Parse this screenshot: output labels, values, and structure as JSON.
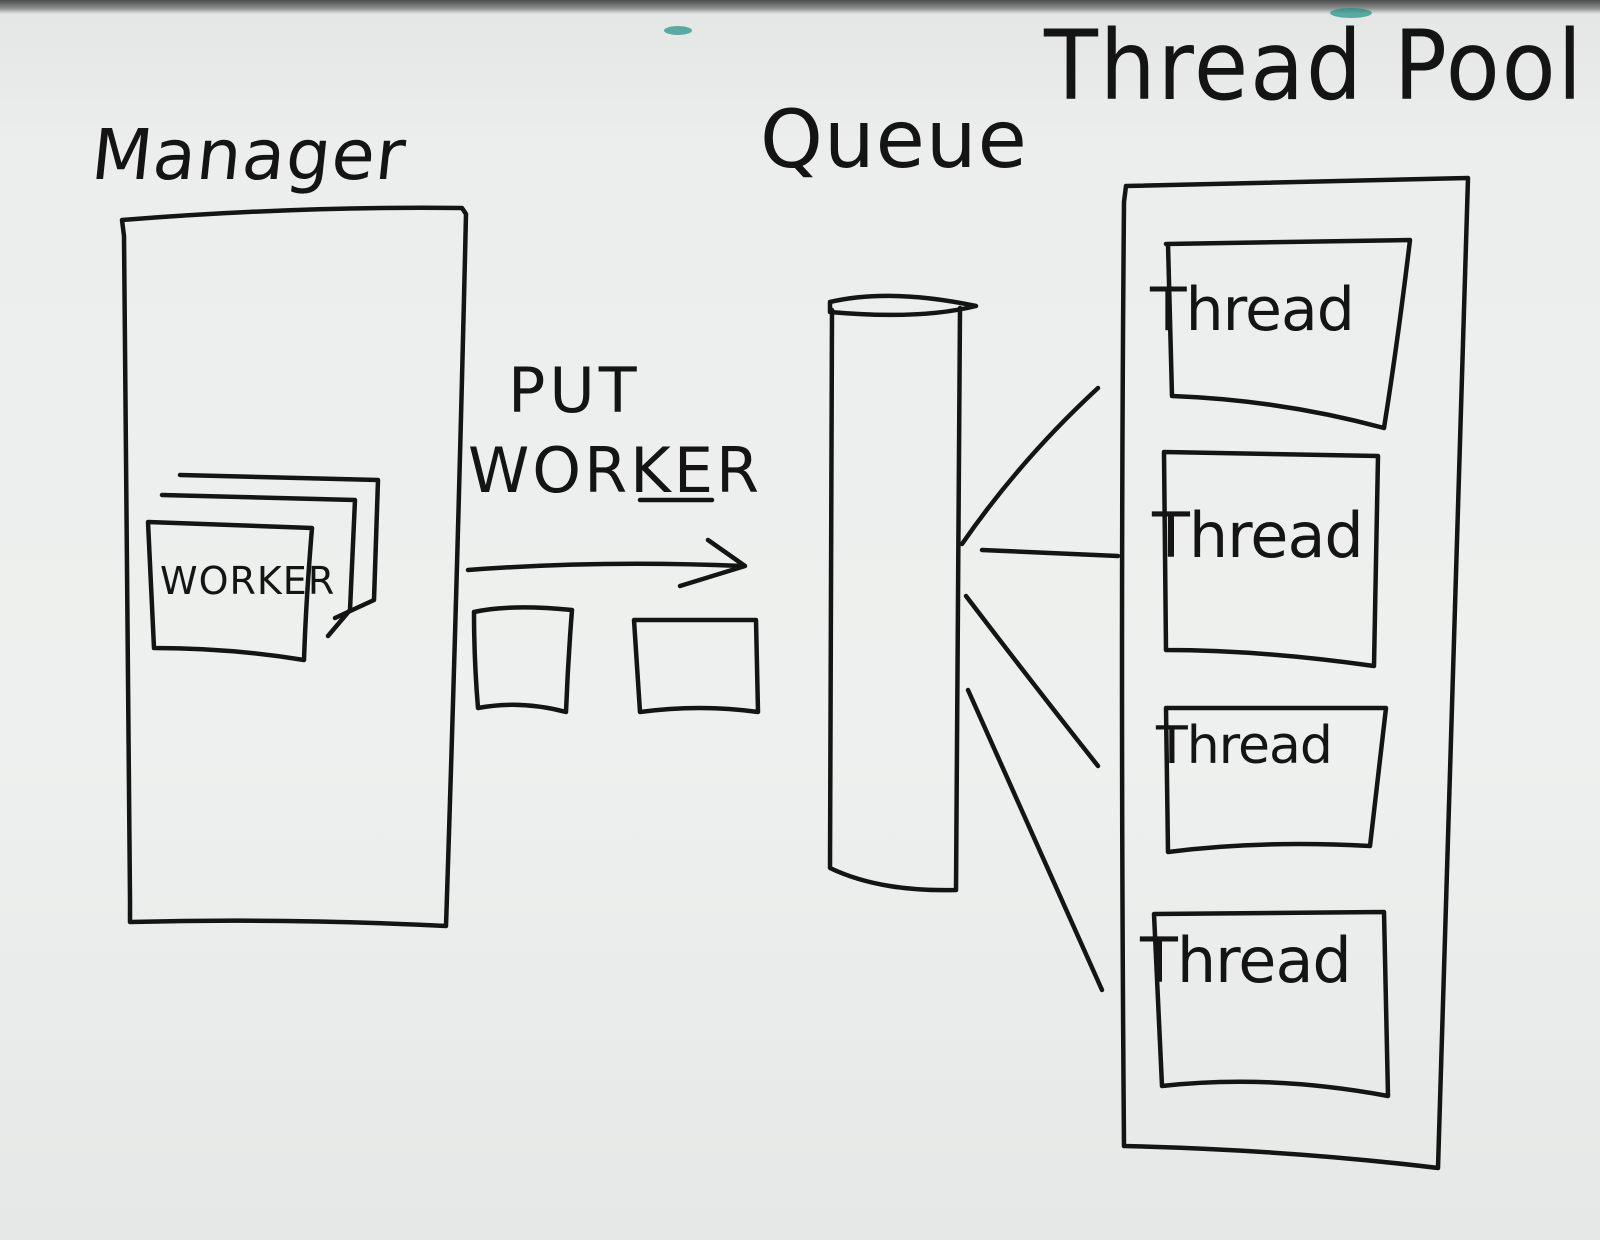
{
  "manager": {
    "label": "Manager"
  },
  "worker_card": {
    "label": "WORKER"
  },
  "transfer": {
    "line1": "PUT",
    "line2": "WORKER"
  },
  "queue": {
    "label": "Queue"
  },
  "thread_pool": {
    "label": "Thread Pool",
    "threads": [
      {
        "label": "Thread"
      },
      {
        "label": "Thread"
      },
      {
        "label": "Thread"
      },
      {
        "label": "Thread"
      }
    ]
  },
  "colors": {
    "ink": "#141414",
    "board": "#eceeed",
    "marker_smudge": "#1f8f86"
  }
}
